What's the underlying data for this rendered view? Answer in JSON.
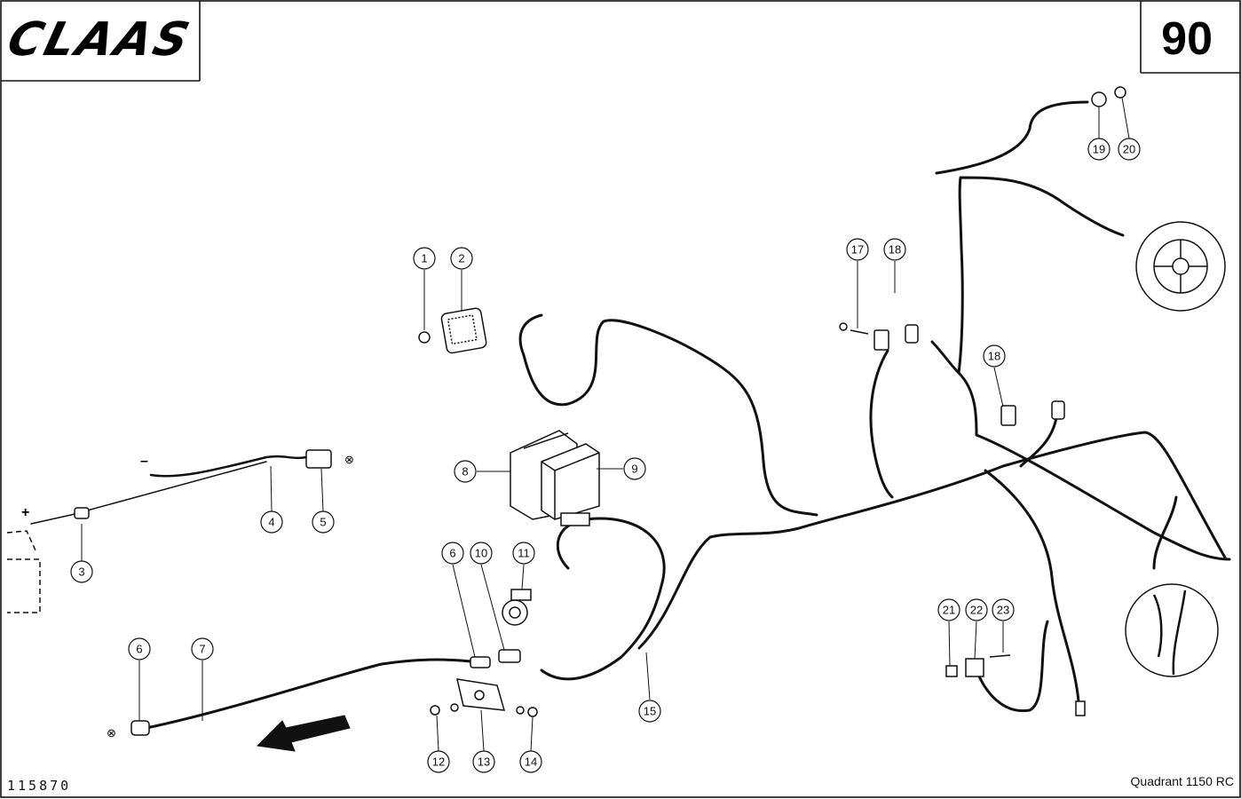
{
  "header": {
    "brand": "CLAAS",
    "page_number": "90"
  },
  "footer": {
    "drawing_number": "115870",
    "model": "Quadrant 1150 RC"
  },
  "signs": {
    "minus": "–",
    "plus": "+"
  },
  "callouts": [
    {
      "id": "callout-1",
      "label": "1"
    },
    {
      "id": "callout-2",
      "label": "2"
    },
    {
      "id": "callout-3",
      "label": "3"
    },
    {
      "id": "callout-4",
      "label": "4"
    },
    {
      "id": "callout-5",
      "label": "5"
    },
    {
      "id": "callout-6a",
      "label": "6"
    },
    {
      "id": "callout-6b",
      "label": "6"
    },
    {
      "id": "callout-7",
      "label": "7"
    },
    {
      "id": "callout-8",
      "label": "8"
    },
    {
      "id": "callout-9",
      "label": "9"
    },
    {
      "id": "callout-10",
      "label": "10"
    },
    {
      "id": "callout-11",
      "label": "11"
    },
    {
      "id": "callout-12",
      "label": "12"
    },
    {
      "id": "callout-13",
      "label": "13"
    },
    {
      "id": "callout-14",
      "label": "14"
    },
    {
      "id": "callout-15",
      "label": "15"
    },
    {
      "id": "callout-17",
      "label": "17"
    },
    {
      "id": "callout-18a",
      "label": "18"
    },
    {
      "id": "callout-18b",
      "label": "18"
    },
    {
      "id": "callout-19",
      "label": "19"
    },
    {
      "id": "callout-20",
      "label": "20"
    },
    {
      "id": "callout-21",
      "label": "21"
    },
    {
      "id": "callout-22",
      "label": "22"
    },
    {
      "id": "callout-23",
      "label": "23"
    }
  ],
  "colors": {
    "ink": "#111111",
    "paper": "#ffffff"
  }
}
